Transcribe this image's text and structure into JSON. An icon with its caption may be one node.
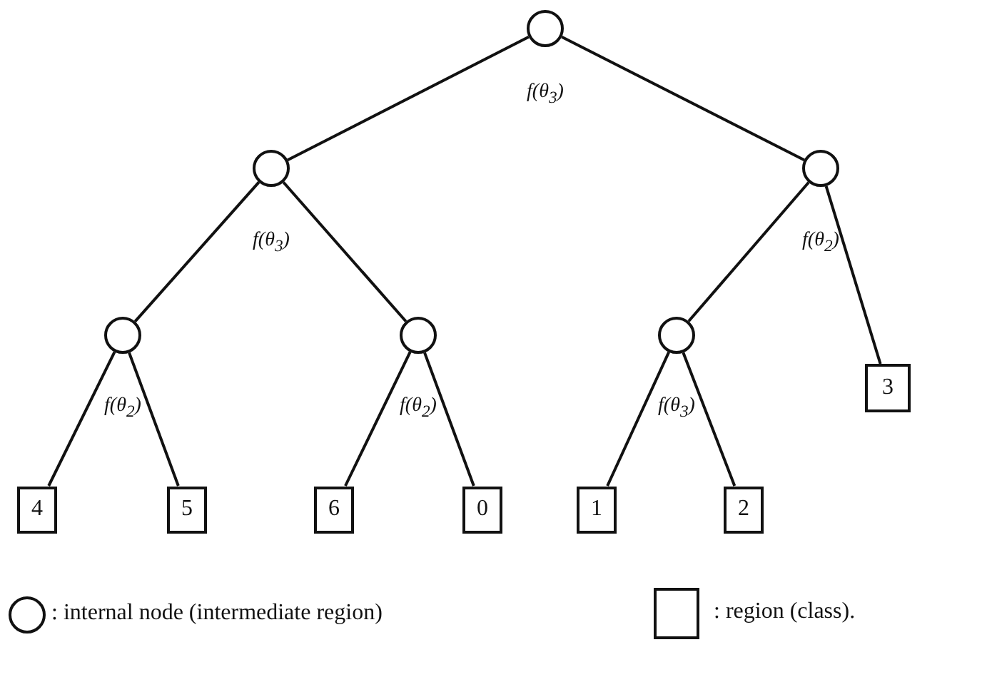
{
  "diagram": {
    "nodes": [
      {
        "text": [],
        "shape": "circle",
        "beside": [
          "f(θ$_{3}$)"
        ]
      },
      {
        "text": [],
        "shape": "circle",
        "beside": [
          "f(θ$_{3}$)"
        ]
      },
      {
        "text": [],
        "shape": "circle",
        "beside": [
          "f(θ$_{2}$)"
        ]
      },
      {
        "text": [],
        "shape": "circle",
        "beside": [
          "f(θ$_{2}$)"
        ]
      },
      {
        "text": [],
        "shape": "circle",
        "beside": [
          "f(θ$_{2}$)"
        ]
      },
      {
        "text": [],
        "shape": "circle",
        "beside": [
          "f(θ$_{3}$)"
        ]
      },
      {
        "text": [
          "3"
        ]
      },
      {
        "text": [
          "4"
        ]
      },
      {
        "text": [
          "5"
        ]
      },
      {
        "text": [
          "6"
        ]
      },
      {
        "text": [
          "0"
        ]
      },
      {
        "text": [
          "1"
        ]
      },
      {
        "text": [
          "2"
        ]
      }
    ],
    "edges": [
      {
        "from": 0,
        "to": 1,
        "arrow": "none"
      },
      {
        "from": 0,
        "to": 2,
        "arrow": "none"
      },
      {
        "from": 1,
        "to": 3,
        "arrow": "none"
      },
      {
        "from": 1,
        "to": 4,
        "arrow": "none"
      },
      {
        "from": 2,
        "to": 5,
        "arrow": "none"
      },
      {
        "from": 2,
        "to": 6,
        "arrow": "none"
      },
      {
        "from": 3,
        "to": 7,
        "arrow": "none"
      },
      {
        "from": 3,
        "to": 8,
        "arrow": "none"
      },
      {
        "from": 4,
        "to": 9,
        "arrow": "none"
      },
      {
        "from": 4,
        "to": 10,
        "arrow": "none"
      },
      {
        "from": 5,
        "to": 11,
        "arrow": "none"
      },
      {
        "from": 5,
        "to": 12,
        "arrow": "none"
      }
    ],
    "legend": [
      {
        "text": ": internal node (intermediate region)"
      },
      {
        "text": ": region (class)."
      }
    ]
  }
}
